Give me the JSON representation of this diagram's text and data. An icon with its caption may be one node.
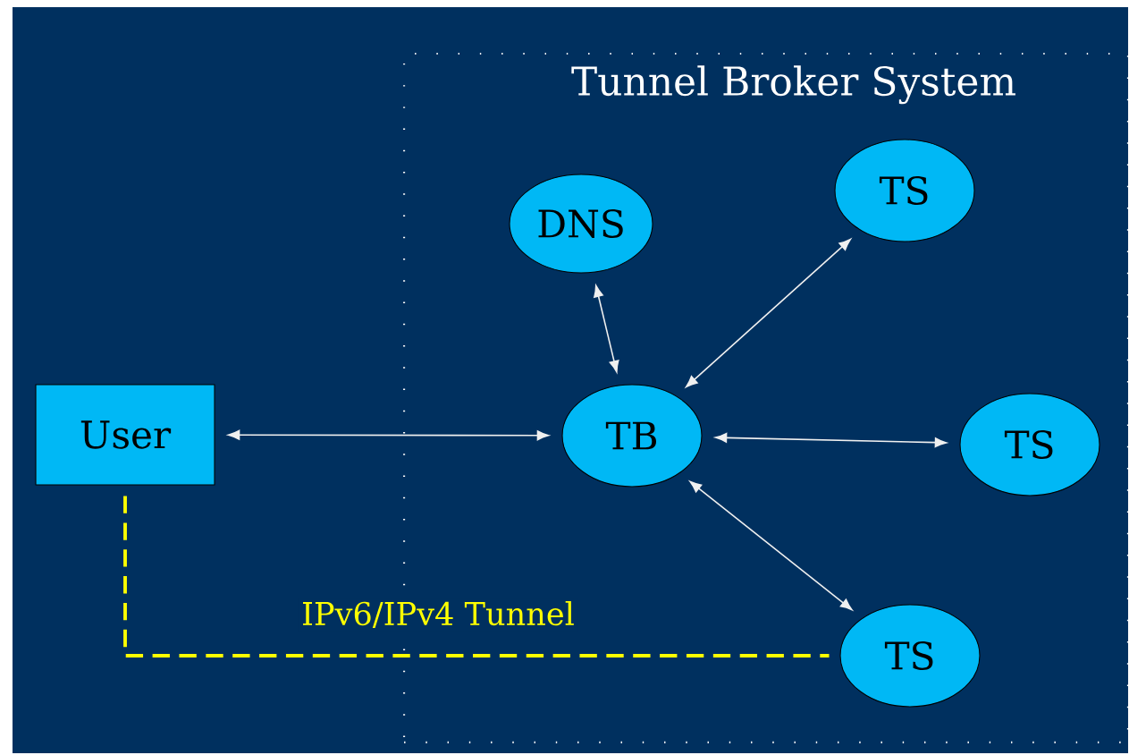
{
  "diagram": {
    "nodes": [
      {
        "text": [
          "Tunnel Broker System"
        ]
      },
      {
        "text": [
          "User"
        ]
      },
      {
        "text": [
          "DNS"
        ],
        "in": 0
      },
      {
        "text": [
          "TS"
        ],
        "in": 0
      },
      {
        "text": [
          "TB"
        ],
        "in": 0
      },
      {
        "text": [
          "TS"
        ],
        "in": 0
      },
      {
        "text": [
          "TS"
        ],
        "in": 0
      }
    ],
    "edges": [
      {
        "from": 1,
        "to": 4,
        "arrow": "both"
      },
      {
        "from": 2,
        "to": 4,
        "arrow": "both"
      },
      {
        "from": 4,
        "to": 3,
        "arrow": "both"
      },
      {
        "from": 4,
        "to": 5,
        "arrow": "both"
      },
      {
        "from": 4,
        "to": 6,
        "arrow": "both"
      },
      {
        "from": 1,
        "to": 6,
        "arrow": "none",
        "label": "IPv6/IPv4 Tunnel",
        "style": "dashed",
        "color": "#ffff00"
      }
    ]
  }
}
